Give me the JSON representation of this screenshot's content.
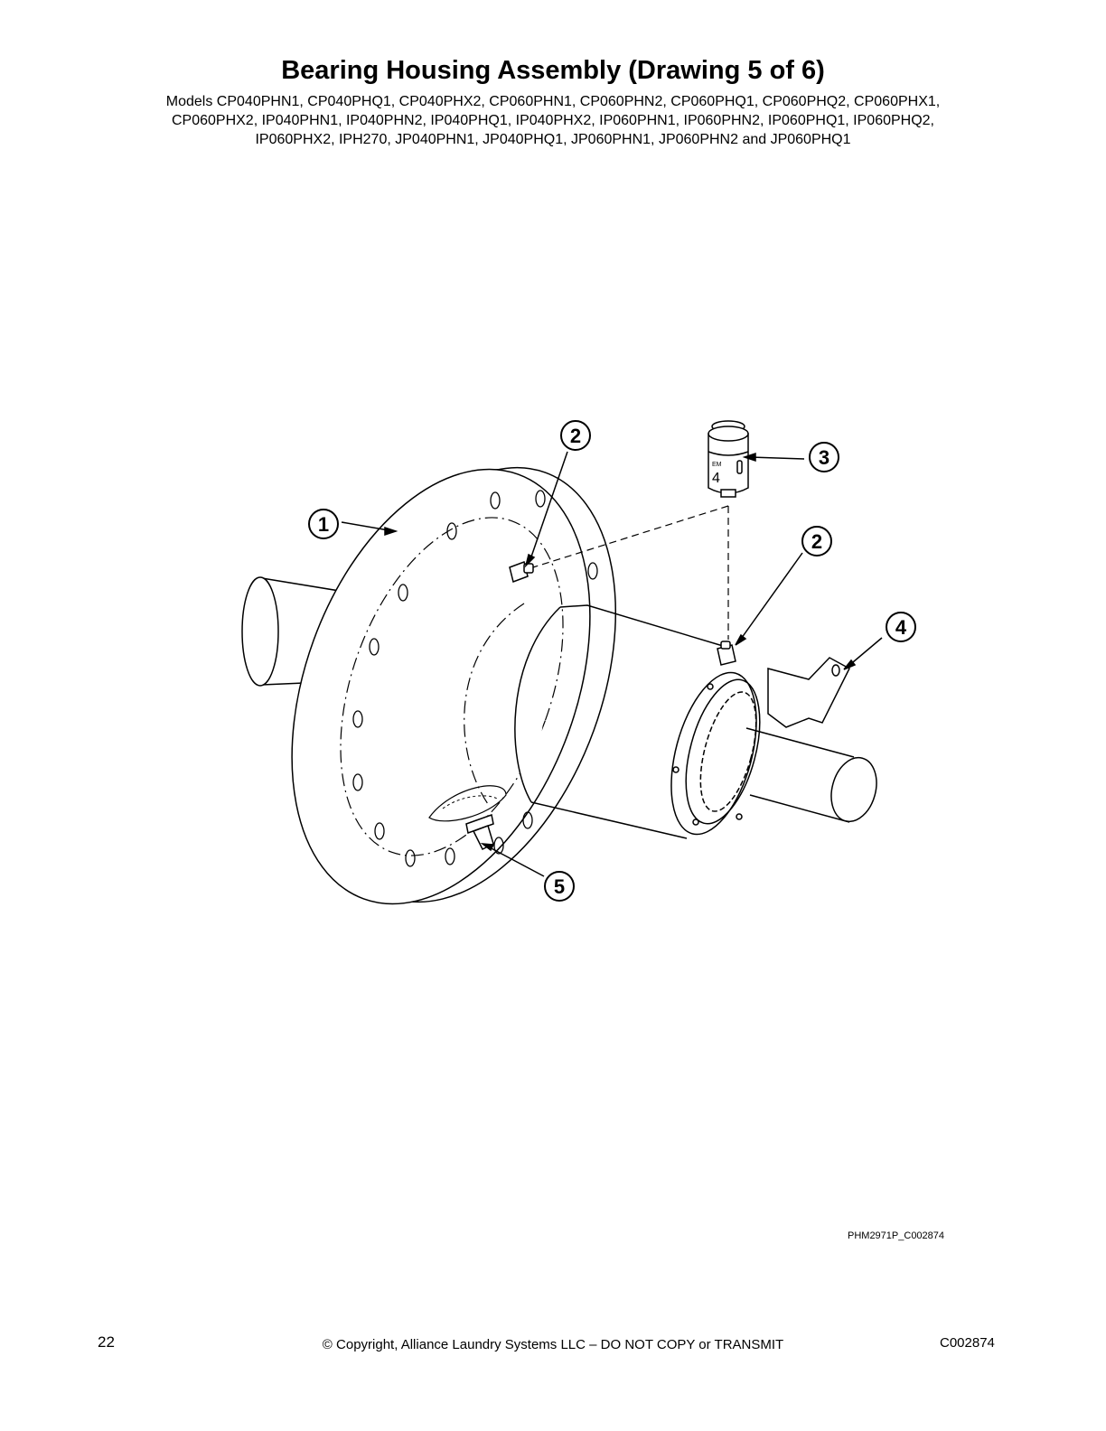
{
  "header": {
    "title": "Bearing Housing Assembly (Drawing 5 of 6)",
    "models_lines": [
      "Models CP040PHN1, CP040PHQ1, CP040PHX2, CP060PHN1, CP060PHN2, CP060PHQ1, CP060PHQ2, CP060PHX1,",
      "CP060PHX2, IP040PHN1, IP040PHN2, IP040PHQ1, IP040PHX2, IP060PHN1, IP060PHN2, IP060PHQ1, IP060PHQ2,",
      "IP060PHX2, IPH270, JP040PHN1, JP040PHQ1, JP060PHN1, JP060PHN2 and JP060PHQ1"
    ]
  },
  "drawing": {
    "callouts": {
      "housing": "1",
      "fitting_top": "2",
      "lubricator": "3",
      "fitting_right": "2",
      "bracket": "4",
      "drain": "5"
    },
    "lubricator_marks": [
      "EM",
      "4"
    ],
    "drawing_id": "PHM2971P_C002874"
  },
  "footer": {
    "page_number": "22",
    "copyright": "© Copyright, Alliance Laundry Systems LLC – DO NOT COPY or TRANSMIT",
    "doc_code": "C002874"
  }
}
